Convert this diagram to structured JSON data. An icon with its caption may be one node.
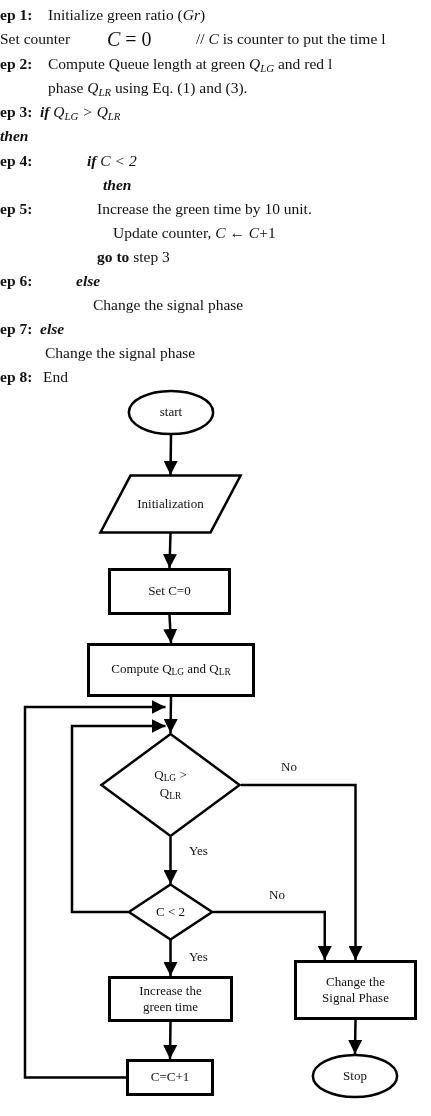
{
  "diagram": {
    "nodes": [
      {
        "text": [
          "start"
        ]
      },
      {
        "text": [
          "Initialization"
        ]
      },
      {
        "text": [
          "Set C=0"
        ]
      },
      {
        "text": [
          "Compute Q$_{LG}$ and Q$_{LR}$"
        ]
      },
      {
        "text": [
          "Q$_{LG}$ > Q$_{LR}$"
        ]
      },
      {
        "text": [
          "C < 2"
        ]
      },
      {
        "text": [
          "Increase the green time"
        ]
      },
      {
        "text": [
          "C=C+1"
        ]
      },
      {
        "text": [
          "Change the Signal Phase"
        ]
      },
      {
        "text": [
          "Stop"
        ]
      }
    ],
    "edges": [
      {
        "from": 0,
        "to": 1,
        "arrow": "to"
      },
      {
        "from": 1,
        "to": 2,
        "arrow": "to"
      },
      {
        "from": 2,
        "to": 3,
        "arrow": "to"
      },
      {
        "from": 3,
        "to": 4,
        "arrow": "to"
      },
      {
        "from": 4,
        "to": 5,
        "arrow": "to",
        "label": "Yes"
      },
      {
        "from": 4,
        "to": 8,
        "arrow": "to",
        "label": "No"
      },
      {
        "from": 5,
        "to": 8,
        "arrow": "to",
        "label": "No"
      },
      {
        "from": 5,
        "to": 6,
        "arrow": "to",
        "label": "Yes"
      },
      {
        "from": 5,
        "to": 4,
        "arrow": "to"
      },
      {
        "from": 6,
        "to": 7,
        "arrow": "to"
      },
      {
        "from": 7,
        "to": 4,
        "arrow": "to"
      },
      {
        "from": 8,
        "to": 9,
        "arrow": "to"
      }
    ],
    "labels": [
      "ep 1:",
      "Initialize green ratio (*Gr*)",
      "Set counter",
      "*C* = 0",
      "// *C* is counter to put the time l",
      "ep 2:",
      "Compute Queue length at green *Q*$_{LG}$ and red l",
      "phase *Q*$_{LR}$ using Eq. (1) and (3).",
      "ep 3:",
      "**if** *Q*$_{LG}$ > *Q*$_{LR}$",
      "then",
      "ep 4:",
      "**if** *C* < 2",
      "then",
      "ep 5:",
      "Increase the green time by 10 unit.",
      "Update counter, *C* ← *C*+1",
      "**go to** step 3",
      "ep 6:",
      "else",
      "Change the signal phase",
      "ep 7:",
      "else",
      "Change the signal phase",
      "ep 8:",
      "End"
    ]
  }
}
